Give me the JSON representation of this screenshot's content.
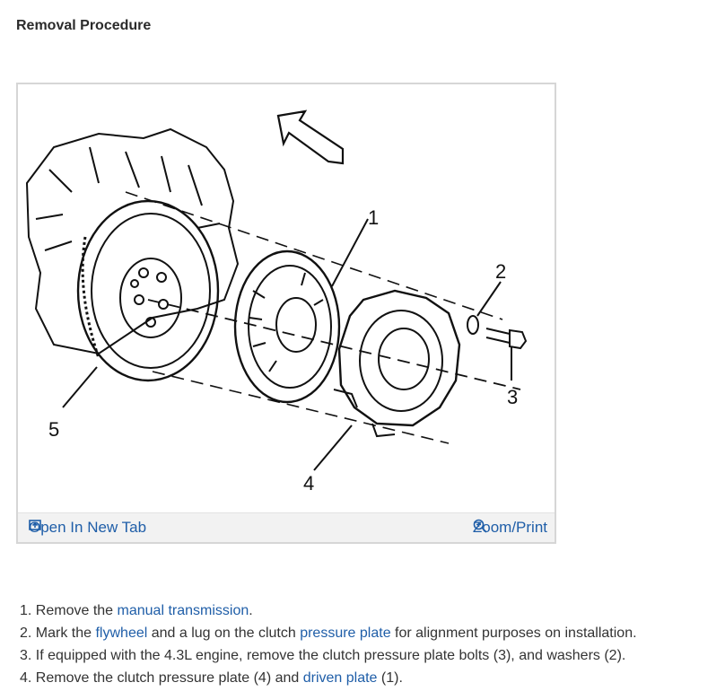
{
  "page": {
    "title": "Removal Procedure"
  },
  "figure": {
    "callouts": [
      "1",
      "2",
      "3",
      "4",
      "5"
    ],
    "open_tab_label": "Open In New Tab",
    "zoom_label": "Zoom/Print",
    "open_tab_icon": "open-in-new-tab-icon",
    "zoom_icon": "zoom-in-icon"
  },
  "steps": [
    {
      "n": "1.",
      "a": "Remove the ",
      "link1": "manual transmission",
      "b": ".",
      "link2": "",
      "c": ""
    },
    {
      "n": "2.",
      "a": "Mark the ",
      "link1": "flywheel",
      "b": " and a lug on the clutch ",
      "link2": "pressure plate",
      "c": " for alignment purposes on installation."
    },
    {
      "n": "3.",
      "a": "If equipped with the 4.3L engine, remove the clutch pressure plate bolts (3), and washers (2).",
      "link1": "",
      "b": "",
      "link2": "",
      "c": ""
    },
    {
      "n": "4.",
      "a": "Remove the clutch pressure plate (4) and ",
      "link1": "driven plate",
      "b": " (1).",
      "link2": "",
      "c": ""
    }
  ]
}
